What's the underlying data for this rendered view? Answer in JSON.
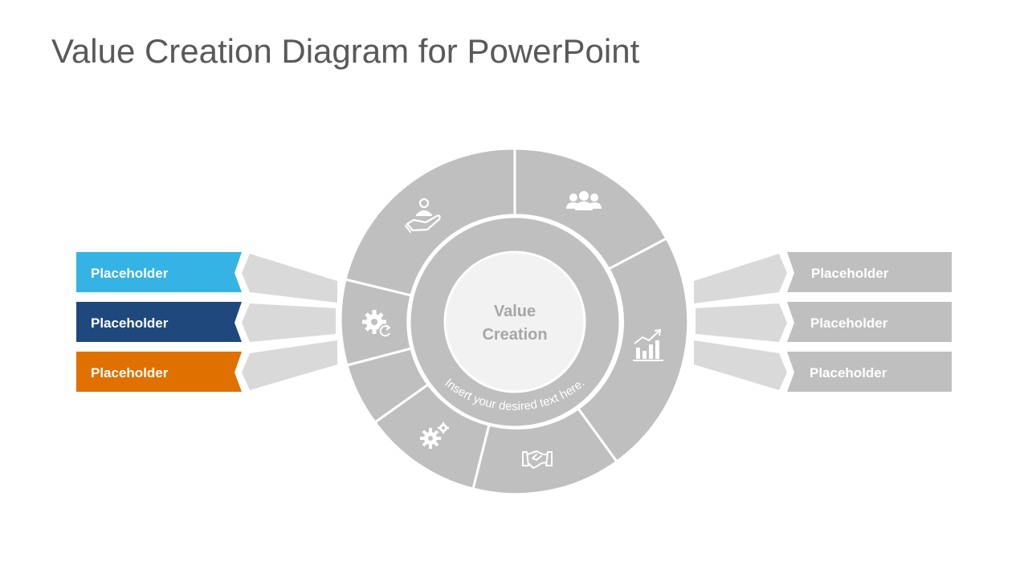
{
  "title": "Value Creation Diagram for PowerPoint",
  "center": {
    "line1": "Value",
    "line2": "Creation"
  },
  "arc_caption": "Insert your desired text here.",
  "left_labels": [
    {
      "text": "Placeholder",
      "color": "#35b3e4"
    },
    {
      "text": "Placeholder",
      "color": "#1f497d"
    },
    {
      "text": "Placeholder",
      "color": "#e07000"
    }
  ],
  "right_labels": [
    {
      "text": "Placeholder",
      "color": "#bfbfbf"
    },
    {
      "text": "Placeholder",
      "color": "#bfbfbf"
    },
    {
      "text": "Placeholder",
      "color": "#bfbfbf"
    }
  ],
  "colors": {
    "segment": "#bfbfbf",
    "inner_ring": "#bfbfbf",
    "hub": "#f2f2f2",
    "arrow": "#d9d9d9",
    "title": "#595959"
  },
  "segment_icons": [
    "people-icon",
    "growth-chart-icon",
    "handshake-icon",
    "gears-icon",
    "gear-refresh-icon",
    "hand-user-icon"
  ]
}
